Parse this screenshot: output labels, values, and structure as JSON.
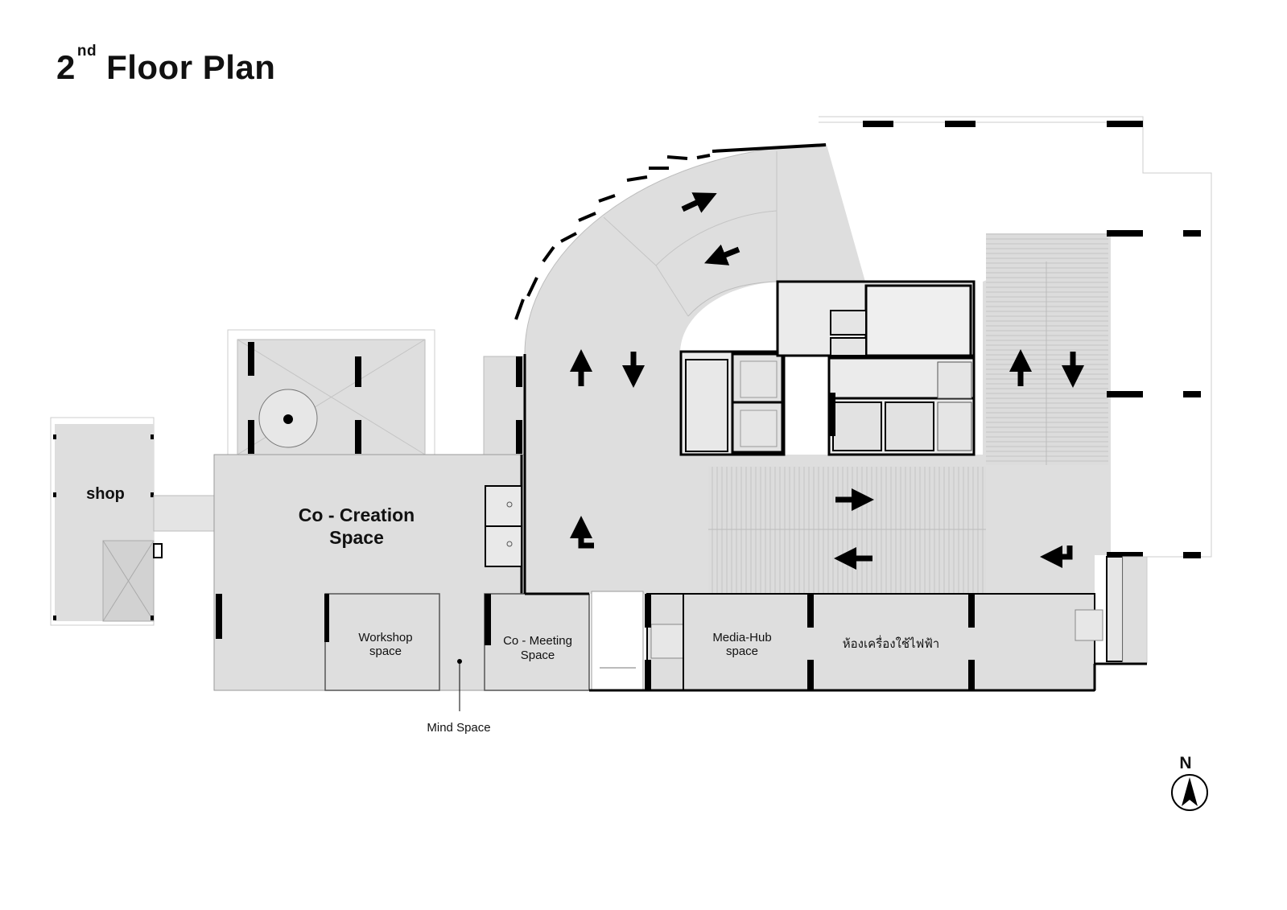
{
  "title": {
    "number": "2",
    "suffix": "nd",
    "text": "Floor Plan"
  },
  "rooms": {
    "shop": "shop",
    "cocreation_1": "Co - Creation",
    "cocreation_2": "Space",
    "workshop_1": "Workshop",
    "workshop_2": "space",
    "comeeting_1": "Co - Meeting",
    "comeeting_2": "Space",
    "mediahub_1": "Media-Hub",
    "mediahub_2": "space",
    "electrical": "ห้องเครื่องใช้ไฟฟ้า",
    "mindspace": "Mind Space"
  },
  "compass": {
    "label": "N",
    "icon": "north-arrow-icon"
  },
  "colors": {
    "floor": "#dedede",
    "wall": "#000000",
    "lines": "#bdbdbd"
  }
}
